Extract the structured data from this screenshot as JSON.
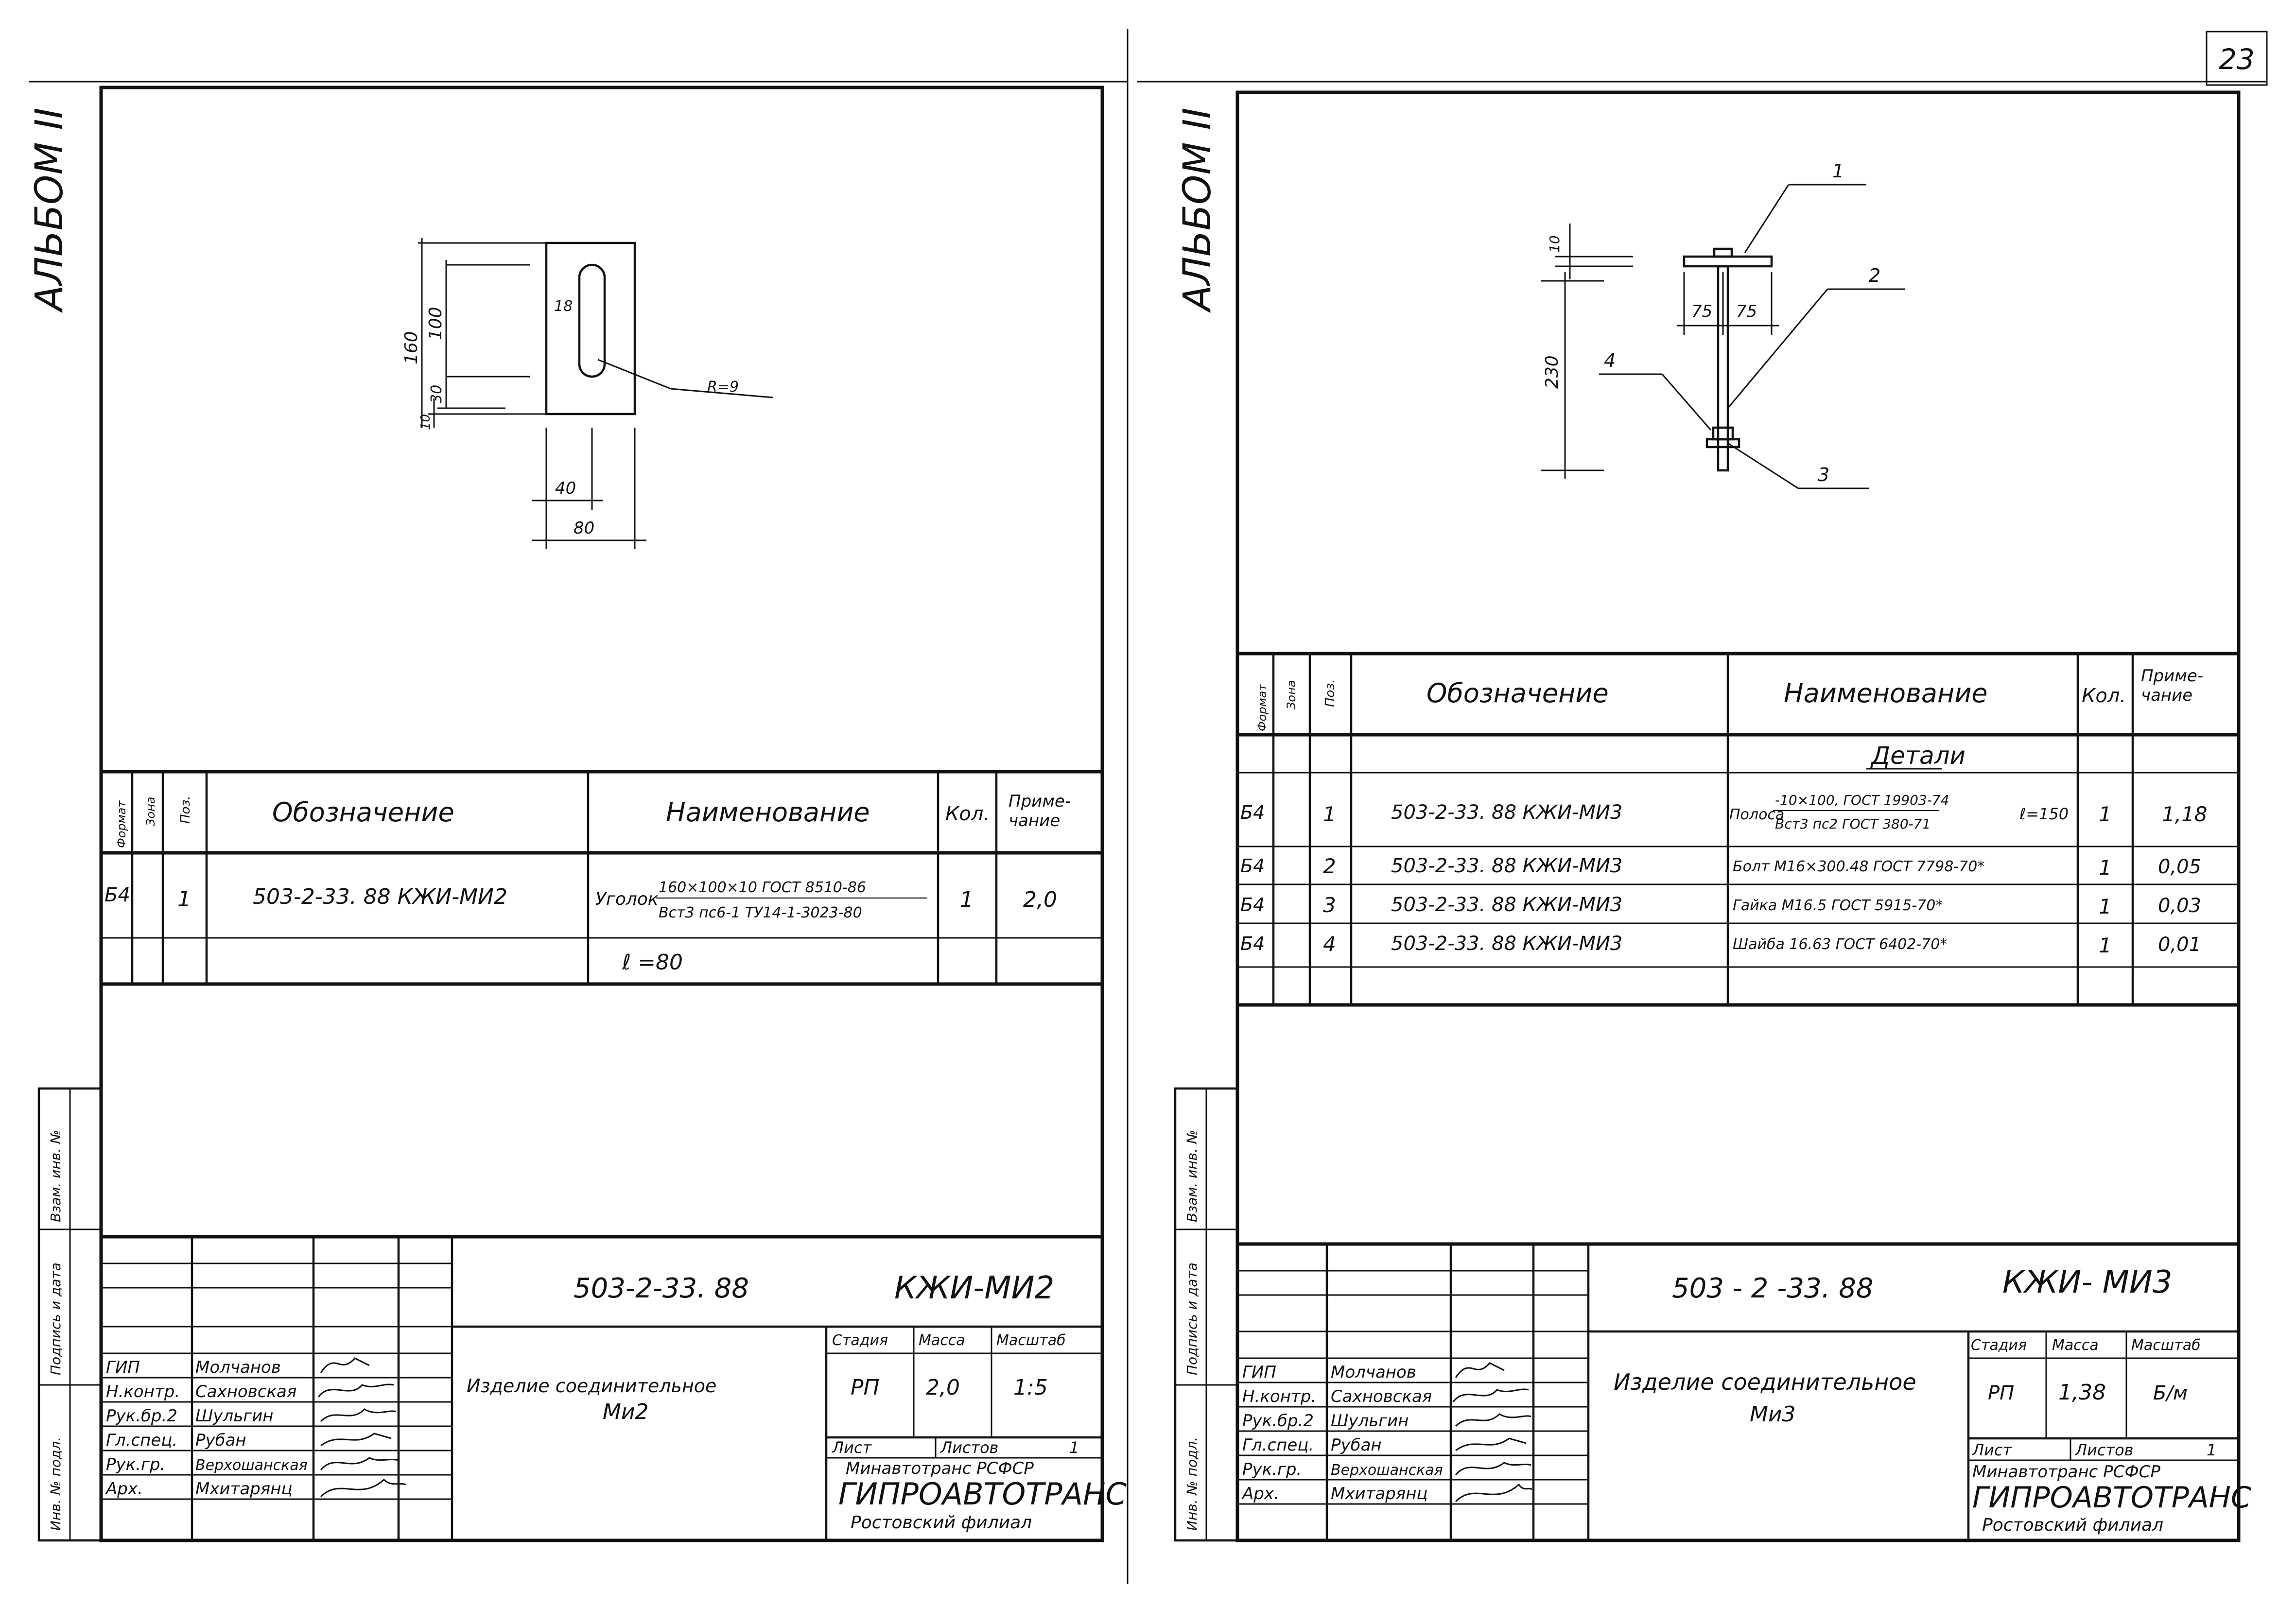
{
  "page_number": "23",
  "sheets": [
    {
      "album_label": "АЛЬБОМ II",
      "dims": [
        "160",
        "100",
        "30",
        "10",
        "18",
        "R=9",
        "40",
        "80"
      ],
      "spec_header": [
        "Формат",
        "Зона",
        "Поз.",
        "Обозначение",
        "Наименование",
        "Кол.",
        "Приме-\nчание"
      ],
      "spec_rows": [
        {
          "format": "Б4",
          "pos": "1",
          "designation": "503-2-33. 88  КЖИ-МИ2",
          "name_prefix": "Уголок",
          "name_top": "160×100×10 ГОСТ 8510-86",
          "name_bottom": "Вст3 пс6-1 ТУ14-1-3023-80",
          "qty": "1",
          "note": "2,0"
        },
        {
          "name_extra": "ℓ =80"
        }
      ],
      "side_stamps": [
        "Инв. № подл.",
        "Подпись и дата",
        "Взам. инв. №"
      ],
      "roles": [
        "ГИП",
        "Н.контр.",
        "Рук.бр.2",
        "Гл.спец.",
        "Рук.гр.",
        "Арх."
      ],
      "names": [
        "Молчанов",
        "Сахновская",
        "Шульгин",
        "Рубан",
        "Верхошанская",
        "Мхитарянц"
      ],
      "doc_number": "503-2-33. 88",
      "doc_code": "КЖИ-МИ2",
      "title": "Изделие соединительное",
      "subtitle": "Ми2",
      "stage_label": "Стадия",
      "mass_label": "Масса",
      "scale_label": "Масштаб",
      "stage": "РП",
      "mass": "2,0",
      "scale": "1:5",
      "sheet_label": "Лист",
      "sheets_label": "Листов",
      "sheets_count": "1",
      "org_line1": "Минавтотранс РСФСР",
      "org_line2": "ГИПРОАВТОТРАНС",
      "org_line3": "Ростовский филиал"
    },
    {
      "album_label": "АЛЬБОМ II",
      "dims": [
        "10",
        "75",
        "75",
        "230"
      ],
      "callouts": [
        "1",
        "2",
        "3",
        "4"
      ],
      "spec_header": [
        "Формат",
        "Зона",
        "Поз.",
        "Обозначение",
        "Наименование",
        "Кол.",
        "Приме-\nчание"
      ],
      "section_title": "Детали",
      "spec_rows": [
        {
          "format": "Б4",
          "pos": "1",
          "designation": "503-2-33. 88  КЖИ-МИ3",
          "name_prefix": "Полоса",
          "name_top": "-10×100, ГОСТ 19903-74",
          "name_bottom": "Вст3 пс2 ГОСТ 380-71",
          "name_suffix": "ℓ=150",
          "qty": "1",
          "note": "1,18"
        },
        {
          "format": "Б4",
          "pos": "2",
          "designation": "503-2-33. 88  КЖИ-МИ3",
          "name": "Болт М16×300.48 ГОСТ 7798-70*",
          "qty": "1",
          "note": "0,05"
        },
        {
          "format": "Б4",
          "pos": "3",
          "designation": "503-2-33. 88  КЖИ-МИ3",
          "name": "Гайка М16.5  ГОСТ 5915-70*",
          "qty": "1",
          "note": "0,03"
        },
        {
          "format": "Б4",
          "pos": "4",
          "designation": "503-2-33. 88  КЖИ-МИ3",
          "name": "Шайба 16.63  ГОСТ 6402-70*",
          "qty": "1",
          "note": "0,01"
        }
      ],
      "side_stamps": [
        "Инв. № подл.",
        "Подпись и дата",
        "Взам. инв. №"
      ],
      "roles": [
        "ГИП",
        "Н.контр.",
        "Рук.бр.2",
        "Гл.спец.",
        "Рук.гр.",
        "Арх."
      ],
      "names": [
        "Молчанов",
        "Сахновская",
        "Шульгин",
        "Рубан",
        "Верхошанская",
        "Мхитарянц"
      ],
      "doc_number": "503 - 2 -33. 88",
      "doc_code": "КЖИ- МИ3",
      "title": "Изделие соединительное",
      "subtitle": "Ми3",
      "stage_label": "Стадия",
      "mass_label": "Масса",
      "scale_label": "Масштаб",
      "stage": "РП",
      "mass": "1,38",
      "scale": "Б/м",
      "sheet_label": "Лист",
      "sheets_label": "Листов",
      "sheets_count": "1",
      "org_line1": "Минавтотранс РСФСР",
      "org_line2": "ГИПРОАВТОТРАНС",
      "org_line3": "Ростовский филиал"
    }
  ]
}
